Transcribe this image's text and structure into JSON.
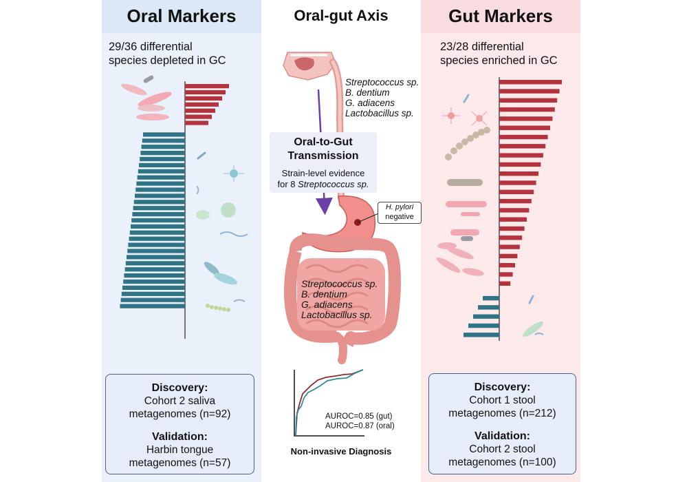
{
  "oral": {
    "title": "Oral Markers",
    "summary_line1": "29/36 differential",
    "summary_line2": "species depleted in GC",
    "discovery_label": "Discovery:",
    "discovery_line1": "Cohort 2 saliva",
    "discovery_line2": "metagenomes (n=92)",
    "validation_label": "Validation:",
    "validation_line1": "Harbin tongue",
    "validation_line2": "metagenomes (n=57)",
    "enriched_bar_count": 7,
    "depleted_bar_count": 29
  },
  "axis": {
    "title": "Oral-gut Axis",
    "oral_species": [
      "Streptococcus sp.",
      "B. dentium",
      "G. adiacens",
      "Lactobacillus sp."
    ],
    "gut_species": [
      "Streptococcus sp.",
      "B. dentium",
      "G. adiacens",
      "Lactobacillus sp."
    ],
    "transmission_title_line1": "Oral-to-Gut",
    "transmission_title_line2": "Transmission",
    "transmission_text_line1": "Strain-level evidence",
    "transmission_text_prefix": "for 8 ",
    "transmission_text_italic": "Streptococcus sp.",
    "hp_italic": "H. pylori",
    "hp_text": "negative",
    "auroc_gut": "AUROC=0.85 (gut)",
    "auroc_oral": "AUROC=0.87 (oral)",
    "diagnosis_title": "Non-invasive Diagnosis"
  },
  "gut": {
    "title": "Gut Markers",
    "summary_line1": "23/28 differential",
    "summary_line2": "species enriched in GC",
    "discovery_label": "Discovery:",
    "discovery_line1": "Cohort 1 stool",
    "discovery_line2": "metagenomes (n=212)",
    "validation_label": "Validation:",
    "validation_line1": "Cohort 2 stool",
    "validation_line2": "metagenomes (n=100)",
    "enriched_bar_count": 23,
    "depleted_bar_count": 5
  },
  "colors": {
    "enriched": "#b3333e",
    "depleted": "#2f7384",
    "roc_gut": "#8c2a2a",
    "roc_oral": "#2d8a9e",
    "arrow": "#6a3fa6"
  }
}
